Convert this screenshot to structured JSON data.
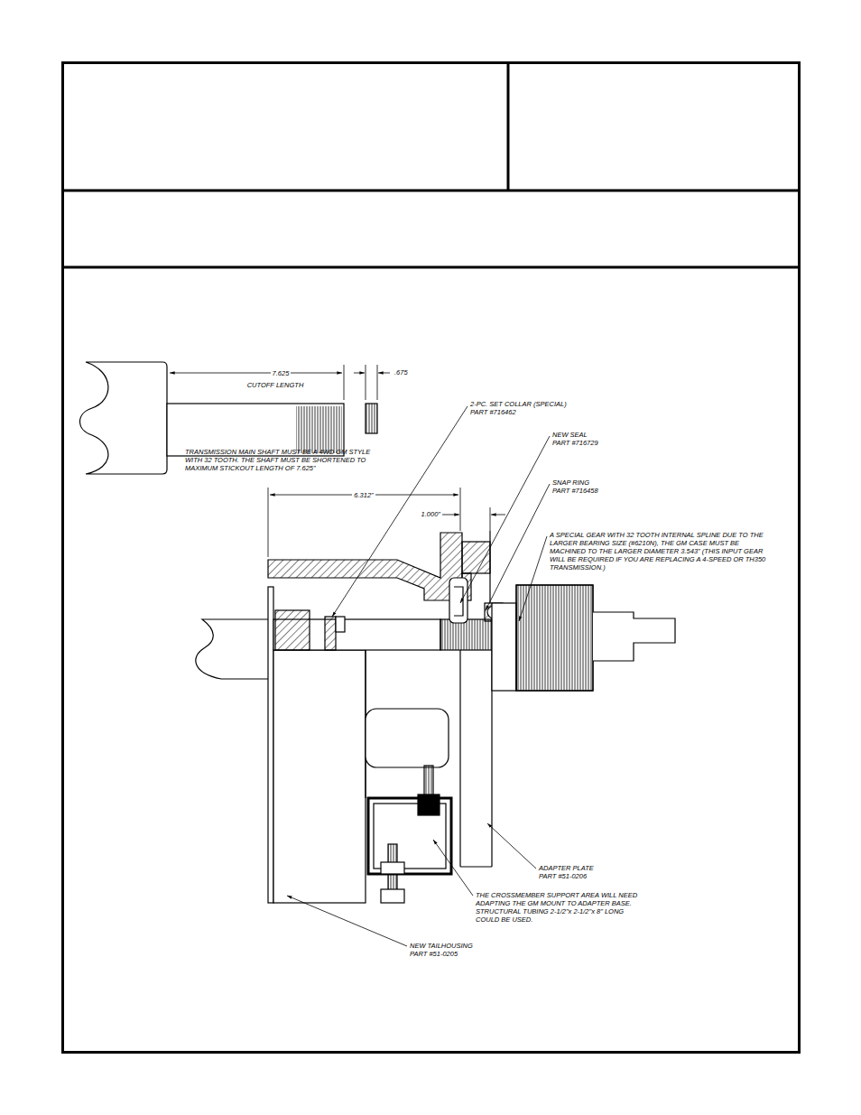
{
  "diagram": {
    "labels": [
      "7.625",
      "CUTOFF LENGTH",
      ".675",
      "TRANSMISSION MAIN SHAFT MUST BE A 4WD GM STYLE WITH 32 TOOTH. THE SHAFT MUST BE SHORTENED TO MAXIMUM STICKOUT LENGTH OF 7.625\"",
      "2-PC. SET COLLAR (SPECIAL) PART #716462",
      "NEW SEAL PART #716729",
      "SNAP RING PART #716458",
      "6.312\"",
      "1.000\"",
      "A SPECIAL GEAR WITH 32 TOOTH INTERNAL SPLINE DUE TO THE LARGER BEARING SIZE (#6210N), THE GM CASE MUST BE MACHINED TO THE LARGER DIAMETER 3.543\" (THIS INPUT GEAR WILL BE REQUIRED IF YOU ARE REPLACING A 4-SPEED OR TH350 TRANSMISSION.)",
      "ADAPTER PLATE PART #51-0206",
      "THE CROSSMEMBER SUPPORT AREA WILL NEED ADAPTING THE GM MOUNT TO ADAPTER BASE. STRUCTURAL TUBING 2-1/2\"x 2-1/2\"x 8\" LONG COULD BE USED.",
      "NEW TAILHOUSING PART #51-0205"
    ]
  }
}
